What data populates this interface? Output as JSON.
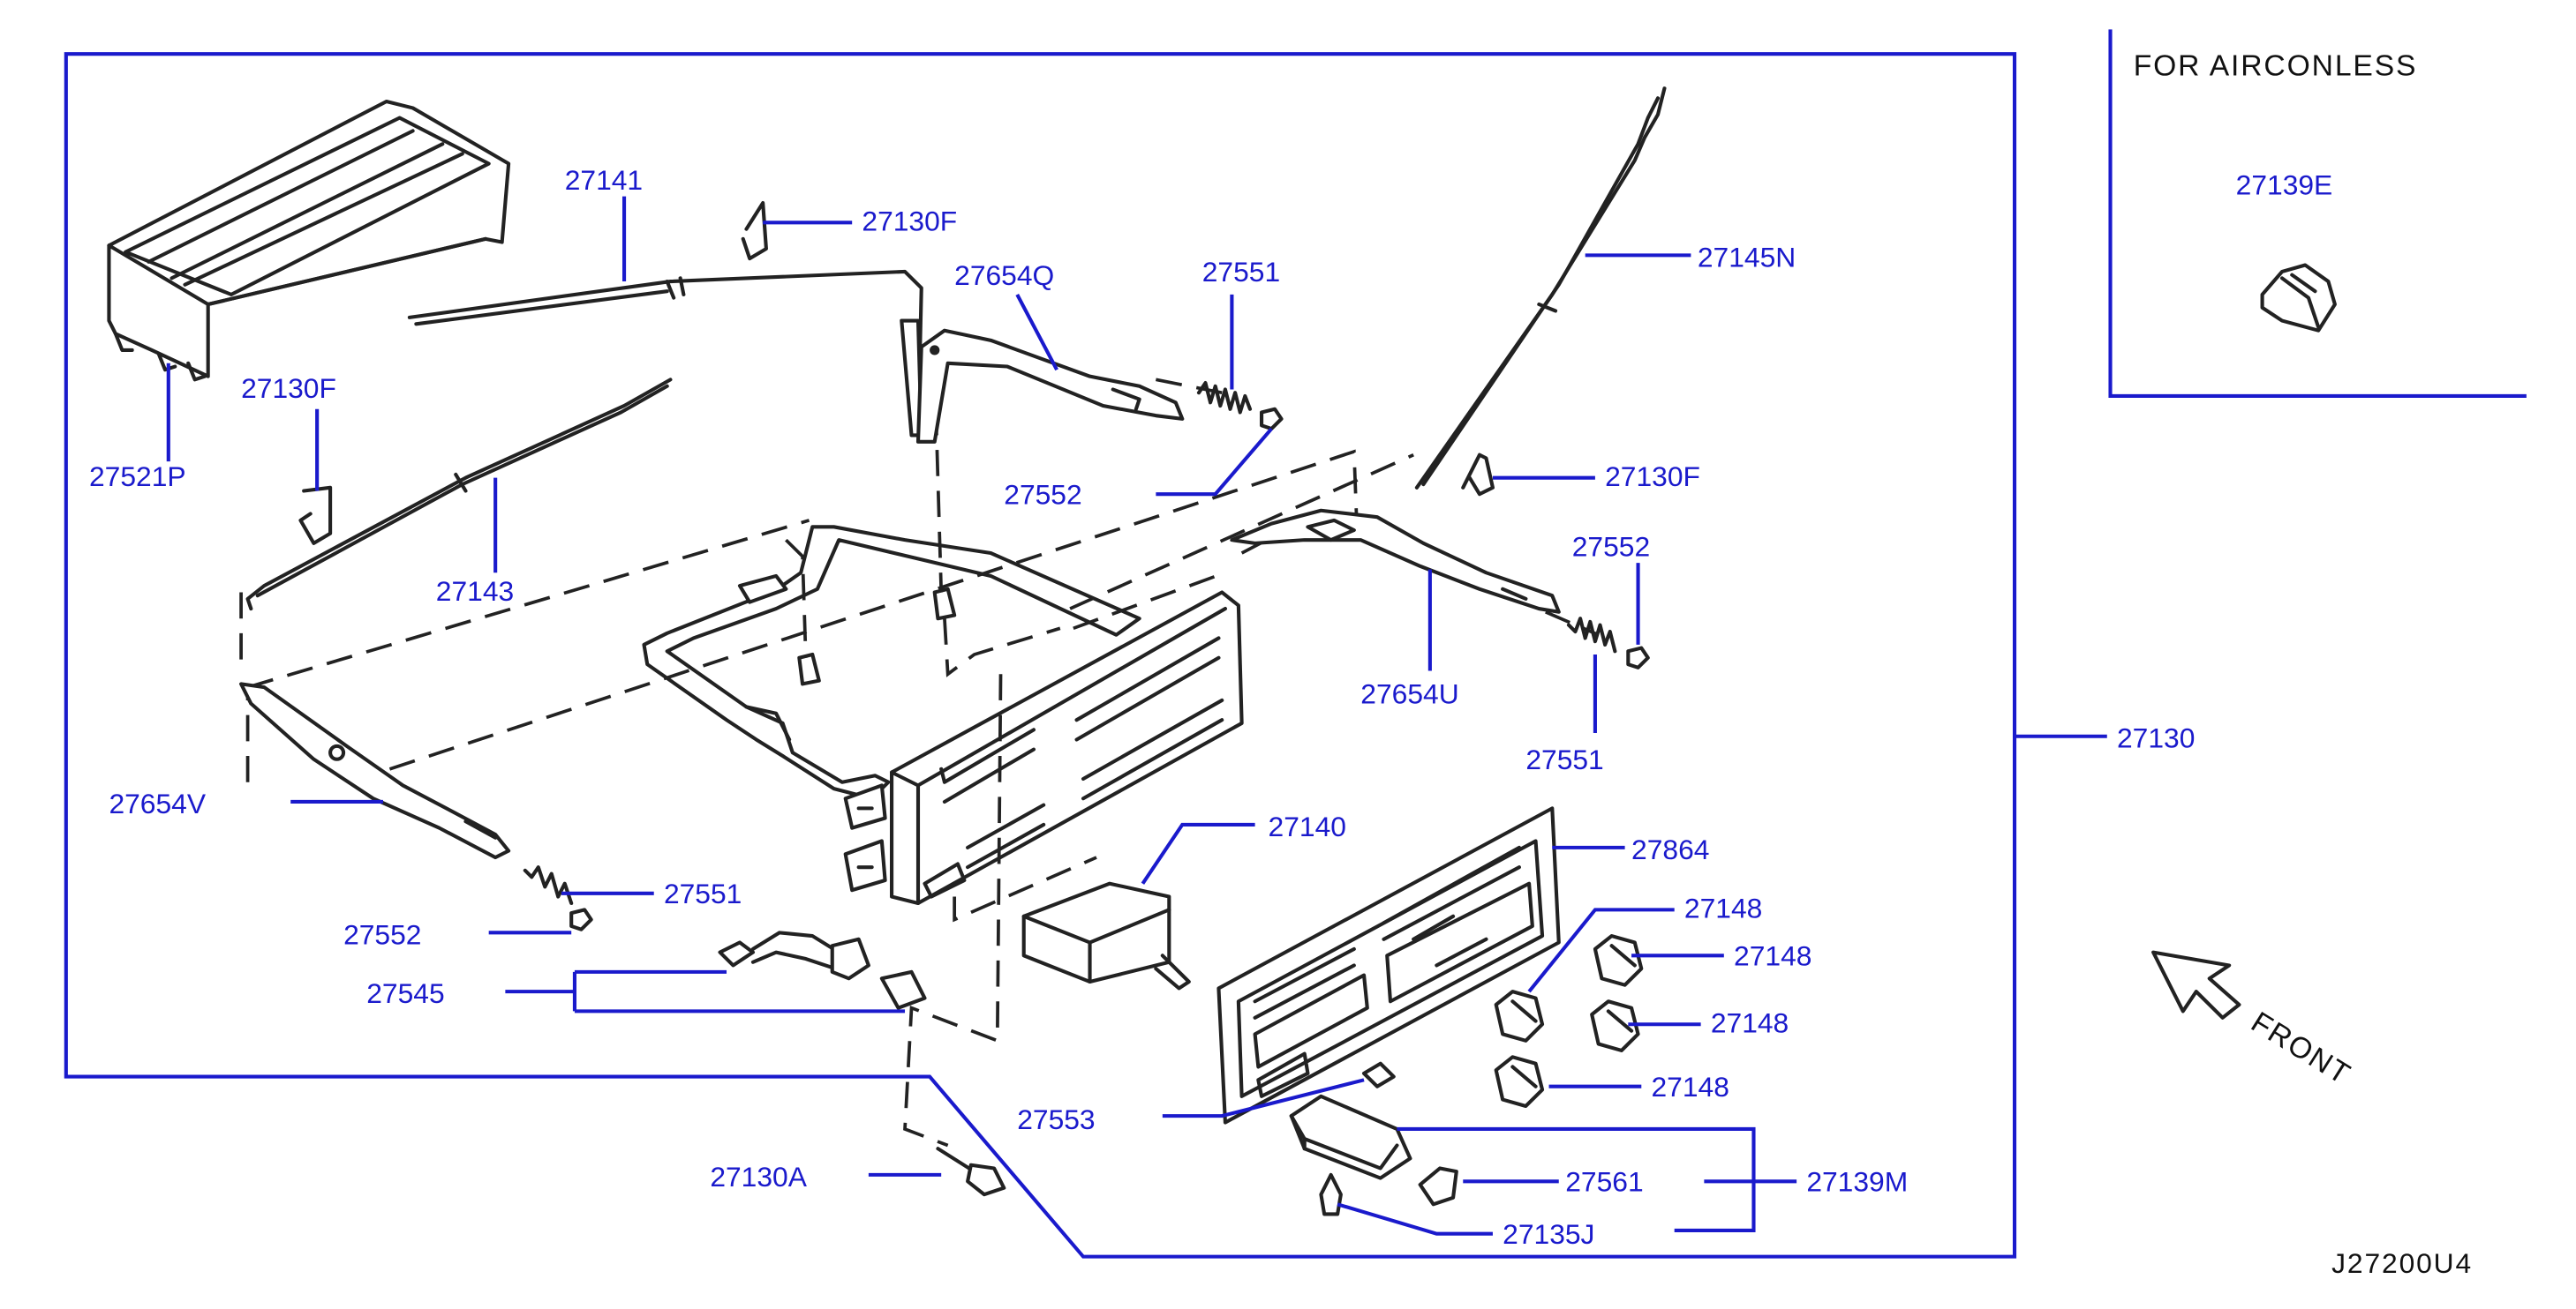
{
  "diagram_code": "J27200U4",
  "inset": {
    "title": "FOR  AIRCONLESS",
    "part": "27139E"
  },
  "front_label": "FRONT",
  "parts": {
    "p27141": "27141",
    "p27130F_a": "27130F",
    "p27654Q": "27654Q",
    "p27551_a": "27551",
    "p27145N": "27145N",
    "p27521P": "27521P",
    "p27130F_b": "27130F",
    "p27552_a": "27552",
    "p27130F_c": "27130F",
    "p27143": "27143",
    "p27552_b": "27552",
    "p27654U": "27654U",
    "p27130": "27130",
    "p27551_b": "27551",
    "p27654V": "27654V",
    "p27140": "27140",
    "p27864": "27864",
    "p27551_c": "27551",
    "p27148_a": "27148",
    "p27552_c": "27552",
    "p27148_b": "27148",
    "p27545": "27545",
    "p27148_c": "27148",
    "p27148_d": "27148",
    "p27553": "27553",
    "p27130A": "27130A",
    "p27561": "27561",
    "p27139M": "27139M",
    "p27135J": "27135J"
  }
}
